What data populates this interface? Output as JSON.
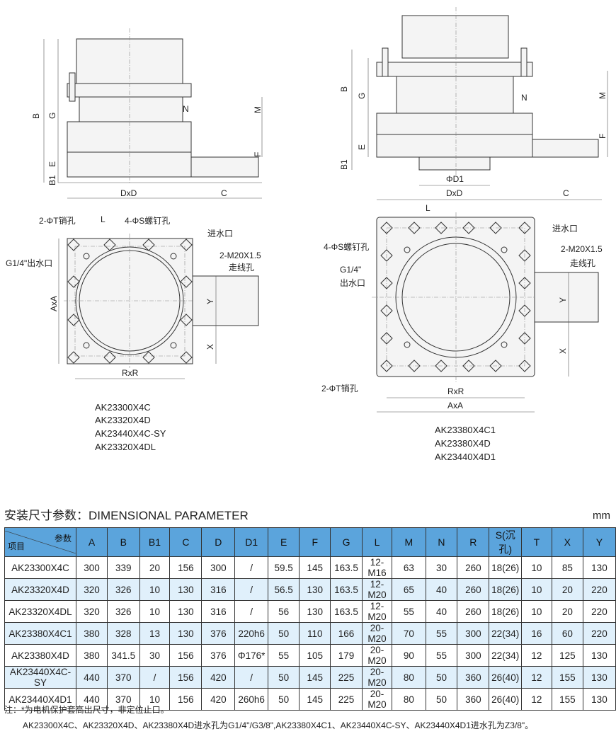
{
  "drawings": {
    "side_labels": {
      "B": "B",
      "G": "G",
      "E": "E",
      "B1": "B1",
      "N": "N",
      "M": "M",
      "F": "F",
      "DxD": "DxD",
      "C": "C",
      "D1": "ΦD1"
    },
    "left_top": {
      "pin_hole": "2-ΦT销孔",
      "L": "L",
      "screw_hole": "4-ΦS螺钉孔",
      "inlet": "进水口",
      "outlet": "G1/4\"出水口",
      "cable_hole_1": "2-M20X1.5",
      "cable_hole_2": "走线孔",
      "AxA": "AxA",
      "Y": "Y",
      "X": "X",
      "RxR": "RxR",
      "models": [
        "AK23300X4C",
        "AK23320X4D",
        "AK23440X4C-SY",
        "AK23320X4DL"
      ]
    },
    "right_top": {
      "L": "L",
      "screw_hole": "4-ΦS螺钉孔",
      "outlet_1": "G1/4\"",
      "outlet_2": "出水口",
      "inlet": "进水口",
      "cable_hole_1": "2-M20X1.5",
      "cable_hole_2": "走线孔",
      "Y": "Y",
      "X": "X",
      "pin_hole": "2-ΦT销孔",
      "RxR": "RxR",
      "AxA": "AxA",
      "models": [
        "AK23380X4C1",
        "AK23380X4D",
        "AK23440X4D1"
      ]
    }
  },
  "table": {
    "title": "安装尺寸参数：DIMENSIONAL PARAMETER",
    "unit": "mm",
    "corner_param": "参数",
    "corner_item": "项目",
    "headers": [
      "A",
      "B",
      "B1",
      "C",
      "D",
      "D1",
      "E",
      "F",
      "G",
      "L",
      "M",
      "N",
      "R",
      "S(沉孔)",
      "T",
      "X",
      "Y"
    ],
    "rows": [
      [
        "AK23300X4C",
        "300",
        "339",
        "20",
        "156",
        "300",
        "/",
        "59.5",
        "145",
        "163.5",
        "12-M16",
        "63",
        "30",
        "260",
        "18(26)",
        "10",
        "85",
        "130"
      ],
      [
        "AK23320X4D",
        "320",
        "326",
        "10",
        "130",
        "316",
        "/",
        "56.5",
        "130",
        "163.5",
        "12-M20",
        "65",
        "40",
        "260",
        "18(26)",
        "10",
        "20",
        "220"
      ],
      [
        "AK23320X4DL",
        "320",
        "326",
        "10",
        "130",
        "316",
        "/",
        "56",
        "130",
        "163.5",
        "12-M20",
        "55",
        "40",
        "260",
        "18(26)",
        "10",
        "20",
        "220"
      ],
      [
        "AK23380X4C1",
        "380",
        "328",
        "13",
        "130",
        "376",
        "220h6",
        "50",
        "110",
        "166",
        "20-M20",
        "70",
        "55",
        "300",
        "22(34)",
        "16",
        "60",
        "220"
      ],
      [
        "AK23380X4D",
        "380",
        "341.5",
        "30",
        "156",
        "376",
        "Φ176*",
        "55",
        "105",
        "179",
        "20-M20",
        "90",
        "55",
        "300",
        "22(34)",
        "12",
        "125",
        "130"
      ],
      [
        "AK23440X4C-SY",
        "440",
        "370",
        "/",
        "156",
        "420",
        "/",
        "50",
        "145",
        "225",
        "20-M20",
        "80",
        "50",
        "360",
        "26(40)",
        "12",
        "155",
        "130"
      ],
      [
        "AK23440X4D1",
        "440",
        "370",
        "10",
        "156",
        "420",
        "260h6",
        "50",
        "145",
        "225",
        "20-M20",
        "80",
        "50",
        "360",
        "26(40)",
        "12",
        "155",
        "130"
      ]
    ]
  },
  "notes": [
    "注：*为电机保护套高出尺寸，非定位止口。",
    "AK23300X4C、AK23320X4D、AK23380X4D进水孔为G1/4\"/G3/8\",AK23380X4C1、AK23440X4C-SY、AK23440X4D1进水孔为Z3/8\"。"
  ]
}
